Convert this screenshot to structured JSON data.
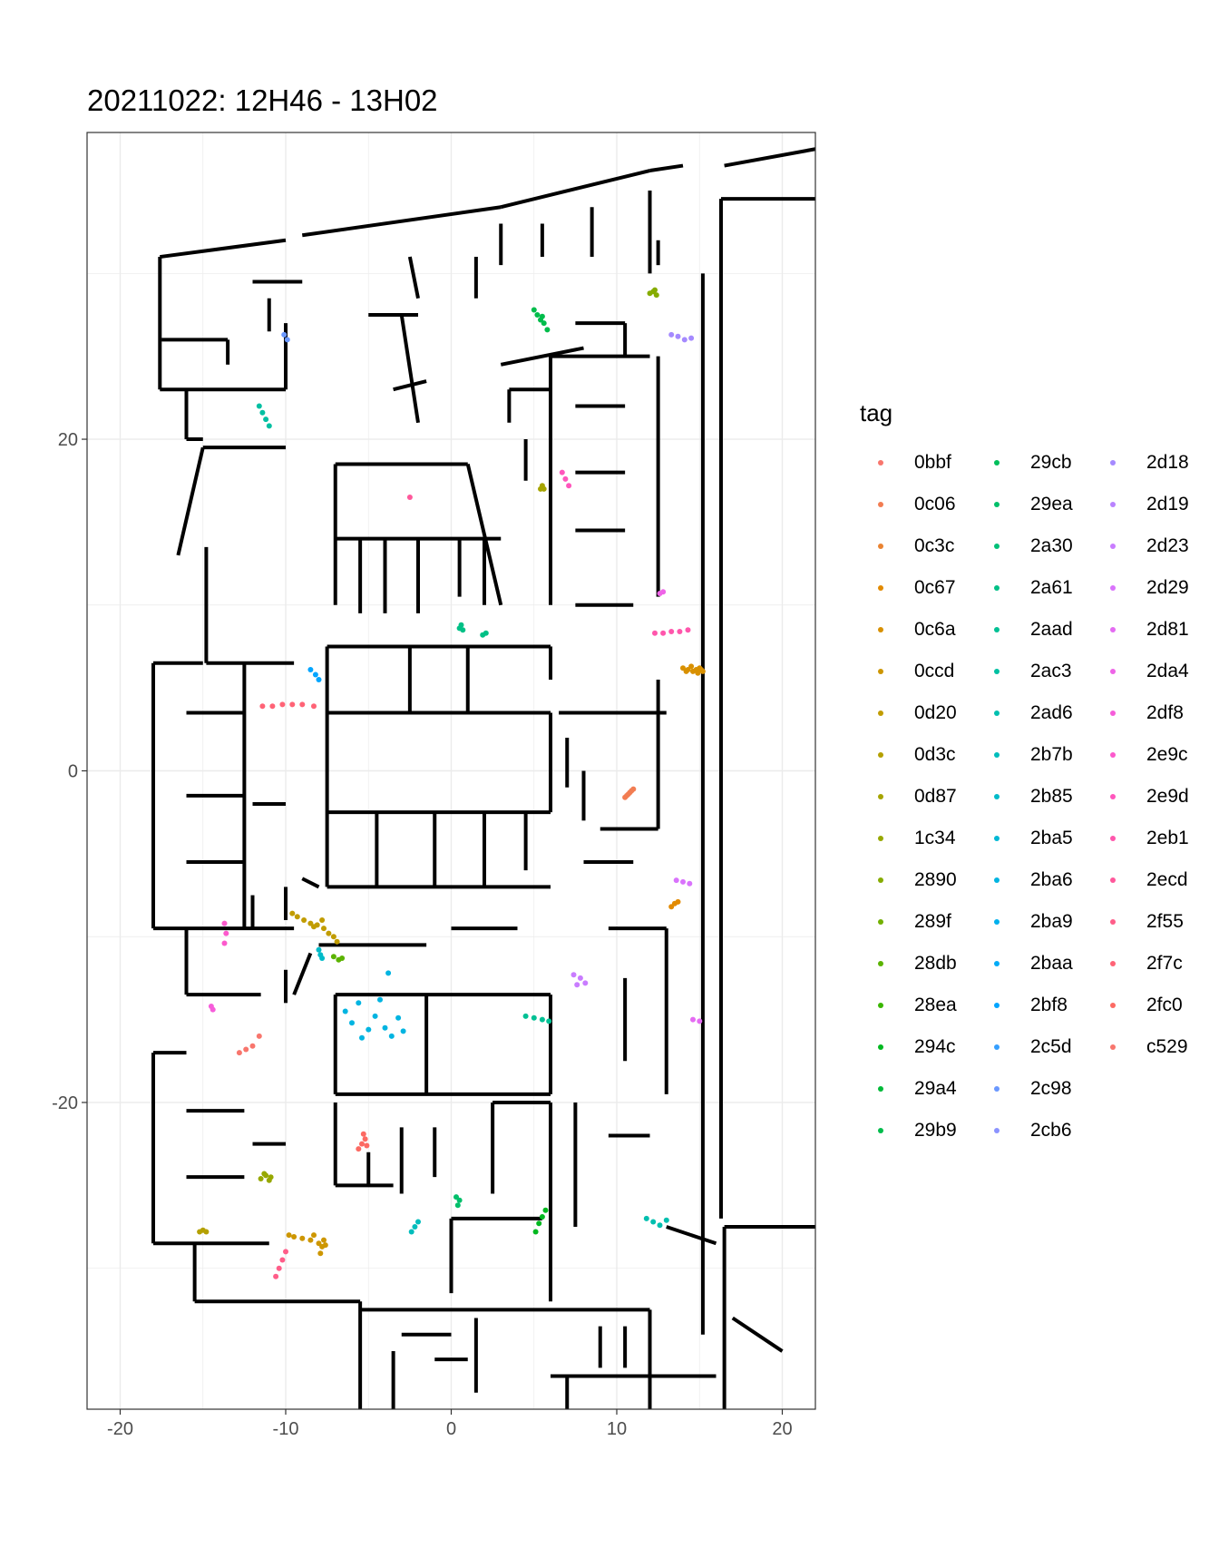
{
  "chart_data": {
    "type": "scatter",
    "title": "20211022: 12H46 - 13H02",
    "xlabel": "",
    "ylabel": "",
    "xlim": [
      -22,
      22
    ],
    "ylim": [
      -38.5,
      38.5
    ],
    "xticks": [
      -20,
      -10,
      0,
      10,
      20
    ],
    "yticks": [
      -20,
      0,
      20
    ],
    "grid": true,
    "background": "floor plan line drawing",
    "legend": {
      "title": "tag",
      "placement": "right",
      "columns": 3
    },
    "series": [
      {
        "name": "0bbf",
        "color": "#F8766D",
        "points": []
      },
      {
        "name": "0c06",
        "color": "#F27D52",
        "points": [
          [
            10.5,
            -1.6
          ],
          [
            10.7,
            -1.4
          ],
          [
            10.8,
            -1.3
          ],
          [
            10.6,
            -1.5
          ],
          [
            10.9,
            -1.2
          ],
          [
            11.0,
            -1.1
          ]
        ]
      },
      {
        "name": "0c3c",
        "color": "#EA8331",
        "points": []
      },
      {
        "name": "0c67",
        "color": "#E28A00",
        "points": [
          [
            13.3,
            -8.2
          ],
          [
            13.5,
            -8.0
          ],
          [
            13.7,
            -7.9
          ]
        ]
      },
      {
        "name": "0c6a",
        "color": "#D89000",
        "points": [
          [
            14.0,
            6.2
          ],
          [
            14.3,
            6.1
          ],
          [
            14.6,
            6.0
          ],
          [
            14.8,
            6.1
          ],
          [
            15.0,
            6.2
          ],
          [
            15.2,
            6.0
          ],
          [
            14.5,
            6.3
          ],
          [
            14.9,
            5.9
          ],
          [
            14.2,
            6.0
          ],
          [
            15.1,
            6.1
          ]
        ]
      },
      {
        "name": "0ccd",
        "color": "#CD9600",
        "points": [
          [
            -9.8,
            -28.0
          ],
          [
            -9.5,
            -28.1
          ],
          [
            -9.0,
            -28.2
          ],
          [
            -8.5,
            -28.3
          ],
          [
            -8.0,
            -28.5
          ],
          [
            -7.8,
            -28.7
          ],
          [
            -7.6,
            -28.6
          ],
          [
            -8.3,
            -28.0
          ],
          [
            -7.9,
            -29.1
          ],
          [
            -7.7,
            -28.3
          ]
        ]
      },
      {
        "name": "0d20",
        "color": "#C19C00",
        "points": [
          [
            -9.6,
            -8.6
          ],
          [
            -9.3,
            -8.8
          ],
          [
            -8.9,
            -9.0
          ],
          [
            -8.5,
            -9.2
          ],
          [
            -8.1,
            -9.3
          ],
          [
            -7.7,
            -9.5
          ],
          [
            -7.4,
            -9.8
          ],
          [
            -7.1,
            -10.0
          ],
          [
            -6.9,
            -10.3
          ],
          [
            -7.8,
            -9.0
          ],
          [
            -8.3,
            -9.4
          ]
        ]
      },
      {
        "name": "0d3c",
        "color": "#B4A000",
        "points": [
          [
            -15.2,
            -27.8
          ],
          [
            -15.0,
            -27.7
          ],
          [
            -14.8,
            -27.8
          ]
        ]
      },
      {
        "name": "0d87",
        "color": "#A6A400",
        "points": [
          [
            5.4,
            17.0
          ],
          [
            5.5,
            17.2
          ],
          [
            5.6,
            17.0
          ]
        ]
      },
      {
        "name": "1c34",
        "color": "#97A800",
        "points": [
          [
            -11.5,
            -24.6
          ],
          [
            -11.2,
            -24.4
          ],
          [
            -11.0,
            -24.7
          ],
          [
            -11.3,
            -24.3
          ],
          [
            -10.9,
            -24.5
          ]
        ]
      },
      {
        "name": "2890",
        "color": "#86AC00",
        "points": [
          [
            12.0,
            28.8
          ],
          [
            12.2,
            28.9
          ],
          [
            12.4,
            28.7
          ],
          [
            12.3,
            29.0
          ]
        ]
      },
      {
        "name": "289f",
        "color": "#72B000",
        "points": []
      },
      {
        "name": "28db",
        "color": "#5BB300",
        "points": [
          [
            -7.1,
            -11.2
          ],
          [
            -6.8,
            -11.4
          ],
          [
            -6.6,
            -11.3
          ]
        ]
      },
      {
        "name": "28ea",
        "color": "#39B600",
        "points": []
      },
      {
        "name": "294c",
        "color": "#00B81F",
        "points": [
          [
            5.1,
            -27.8
          ],
          [
            5.3,
            -27.3
          ],
          [
            5.5,
            -26.9
          ],
          [
            5.7,
            -26.5
          ]
        ]
      },
      {
        "name": "29a4",
        "color": "#00BA38",
        "points": []
      },
      {
        "name": "29b9",
        "color": "#00BC4B",
        "points": [
          [
            5.0,
            27.8
          ],
          [
            5.2,
            27.5
          ],
          [
            5.4,
            27.2
          ],
          [
            5.6,
            27.0
          ],
          [
            5.8,
            26.6
          ],
          [
            5.5,
            27.4
          ]
        ]
      },
      {
        "name": "29cb",
        "color": "#00BE5B",
        "points": []
      },
      {
        "name": "29ea",
        "color": "#00BF6A",
        "points": [
          [
            0.4,
            -26.2
          ],
          [
            0.5,
            -25.9
          ],
          [
            0.3,
            -25.7
          ]
        ]
      },
      {
        "name": "2a30",
        "color": "#00C078",
        "points": []
      },
      {
        "name": "2a61",
        "color": "#00C086",
        "points": [
          [
            0.5,
            8.6
          ],
          [
            0.7,
            8.5
          ],
          [
            1.9,
            8.2
          ],
          [
            2.1,
            8.3
          ],
          [
            0.6,
            8.8
          ]
        ]
      },
      {
        "name": "2aad",
        "color": "#00C094",
        "points": [
          [
            4.5,
            -14.8
          ],
          [
            5.0,
            -14.9
          ],
          [
            5.5,
            -15.0
          ],
          [
            5.9,
            -15.1
          ]
        ]
      },
      {
        "name": "2ac3",
        "color": "#00C0A2",
        "points": [
          [
            -11.6,
            22.0
          ],
          [
            -11.4,
            21.6
          ],
          [
            -11.2,
            21.2
          ],
          [
            -11.0,
            20.8
          ]
        ]
      },
      {
        "name": "2ad6",
        "color": "#00BFAF",
        "points": [
          [
            11.8,
            -27.0
          ],
          [
            12.2,
            -27.2
          ],
          [
            12.6,
            -27.4
          ],
          [
            13.0,
            -27.1
          ]
        ]
      },
      {
        "name": "2b7b",
        "color": "#00BDBC",
        "points": [
          [
            -2.4,
            -27.8
          ],
          [
            -2.2,
            -27.5
          ],
          [
            -2.0,
            -27.2
          ]
        ]
      },
      {
        "name": "2b85",
        "color": "#00BBC9",
        "points": [
          [
            -8.0,
            -10.8
          ],
          [
            -7.9,
            -11.1
          ],
          [
            -7.8,
            -11.3
          ]
        ]
      },
      {
        "name": "2ba5",
        "color": "#00B8D5",
        "points": []
      },
      {
        "name": "2ba6",
        "color": "#00B4E1",
        "points": [
          [
            -6.4,
            -14.5
          ],
          [
            -6.0,
            -15.2
          ],
          [
            -5.6,
            -14.0
          ],
          [
            -5.0,
            -15.6
          ],
          [
            -4.6,
            -14.8
          ],
          [
            -4.0,
            -15.5
          ],
          [
            -3.6,
            -16.0
          ],
          [
            -3.2,
            -14.9
          ],
          [
            -2.9,
            -15.7
          ],
          [
            -5.4,
            -16.1
          ],
          [
            -4.3,
            -13.8
          ],
          [
            -3.8,
            -12.2
          ]
        ]
      },
      {
        "name": "2ba9",
        "color": "#00B0ED",
        "points": []
      },
      {
        "name": "2baa",
        "color": "#00ABF7",
        "points": []
      },
      {
        "name": "2bf8",
        "color": "#00A5FF",
        "points": [
          [
            -8.5,
            6.1
          ],
          [
            -8.2,
            5.8
          ],
          [
            -8.0,
            5.5
          ]
        ]
      },
      {
        "name": "2c5d",
        "color": "#359FFF",
        "points": []
      },
      {
        "name": "2c98",
        "color": "#6A98FF",
        "points": [
          [
            -10.1,
            26.3
          ],
          [
            -9.9,
            26.0
          ]
        ]
      },
      {
        "name": "2cb6",
        "color": "#8B93FF",
        "points": []
      },
      {
        "name": "2d18",
        "color": "#A58AFF",
        "points": [
          [
            13.3,
            26.3
          ],
          [
            13.7,
            26.2
          ],
          [
            14.1,
            26.0
          ],
          [
            14.5,
            26.1
          ]
        ]
      },
      {
        "name": "2d19",
        "color": "#B983FF",
        "points": []
      },
      {
        "name": "2d23",
        "color": "#C97CFF",
        "points": [
          [
            7.4,
            -12.3
          ],
          [
            7.8,
            -12.5
          ],
          [
            8.1,
            -12.8
          ],
          [
            7.6,
            -12.9
          ]
        ]
      },
      {
        "name": "2d29",
        "color": "#D973FC",
        "points": [
          [
            13.6,
            -6.6
          ],
          [
            14.0,
            -6.7
          ],
          [
            14.4,
            -6.8
          ]
        ]
      },
      {
        "name": "2d81",
        "color": "#E46BF2",
        "points": [
          [
            14.6,
            -15.0
          ],
          [
            15.0,
            -15.1
          ]
        ]
      },
      {
        "name": "2da4",
        "color": "#EE64E7",
        "points": [
          [
            12.6,
            10.7
          ],
          [
            12.8,
            10.8
          ]
        ]
      },
      {
        "name": "2df8",
        "color": "#F65DDA",
        "points": [
          [
            -14.5,
            -14.2
          ],
          [
            -14.4,
            -14.4
          ]
        ]
      },
      {
        "name": "2e9c",
        "color": "#FC59CC",
        "points": [
          [
            -13.7,
            -9.2
          ],
          [
            -13.6,
            -9.8
          ],
          [
            -13.7,
            -10.4
          ]
        ]
      },
      {
        "name": "2e9d",
        "color": "#FF56BC",
        "points": [
          [
            6.7,
            18.0
          ],
          [
            6.9,
            17.6
          ],
          [
            7.1,
            17.2
          ]
        ]
      },
      {
        "name": "2eb1",
        "color": "#FF56AC",
        "points": [
          [
            12.3,
            8.3
          ],
          [
            12.8,
            8.3
          ],
          [
            13.3,
            8.4
          ],
          [
            13.8,
            8.4
          ],
          [
            14.3,
            8.5
          ]
        ]
      },
      {
        "name": "2ecd",
        "color": "#FF589B",
        "points": [
          [
            -2.5,
            16.5
          ]
        ]
      },
      {
        "name": "2f55",
        "color": "#FF5D89",
        "points": [
          [
            -10.6,
            -30.5
          ],
          [
            -10.4,
            -30.0
          ],
          [
            -10.2,
            -29.5
          ],
          [
            -10.0,
            -29.0
          ]
        ]
      },
      {
        "name": "2f7c",
        "color": "#FF6376",
        "points": [
          [
            -11.4,
            3.9
          ],
          [
            -10.8,
            3.9
          ],
          [
            -10.2,
            4.0
          ],
          [
            -9.6,
            4.0
          ],
          [
            -9.0,
            4.0
          ],
          [
            -8.3,
            3.9
          ]
        ]
      },
      {
        "name": "2fc0",
        "color": "#FC6A63",
        "points": [
          [
            -5.6,
            -22.8
          ],
          [
            -5.4,
            -22.5
          ],
          [
            -5.2,
            -22.2
          ],
          [
            -5.3,
            -21.9
          ],
          [
            -5.1,
            -22.6
          ]
        ]
      },
      {
        "name": "c529",
        "color": "#F8766D",
        "points": [
          [
            -12.8,
            -17.0
          ],
          [
            -12.4,
            -16.8
          ],
          [
            -12.0,
            -16.6
          ],
          [
            -11.6,
            -16.0
          ]
        ]
      }
    ]
  }
}
